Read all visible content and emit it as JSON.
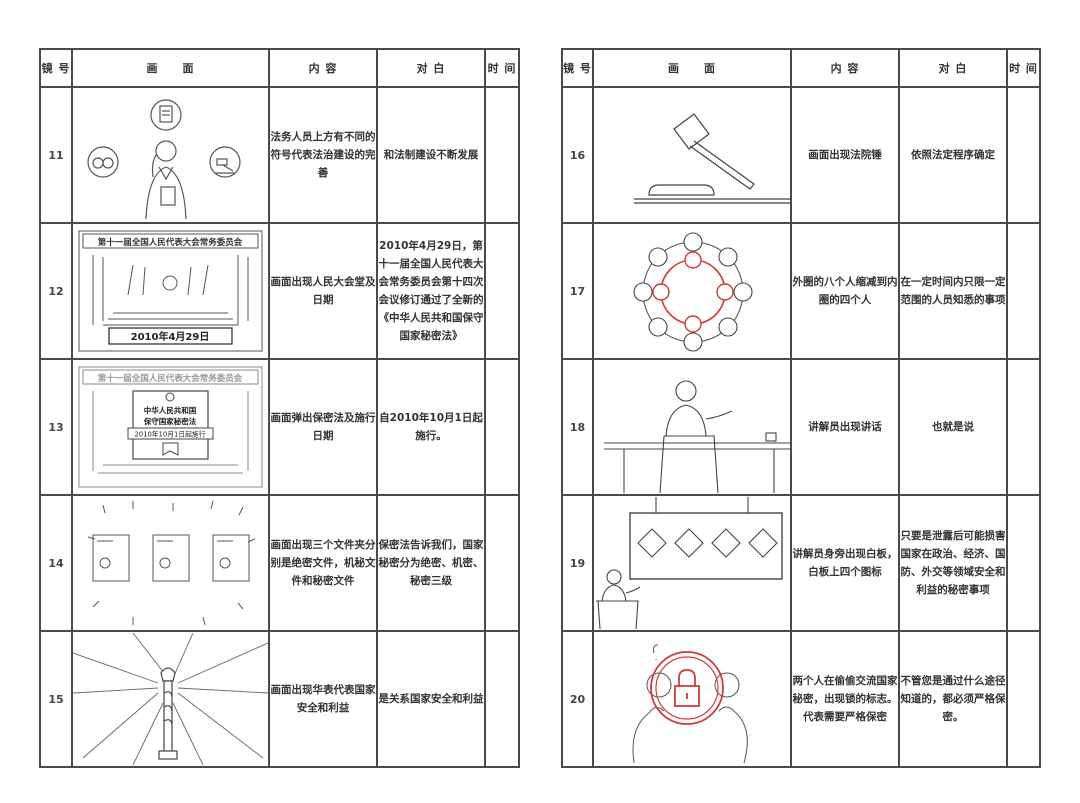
{
  "headers": {
    "shot": "镜 号",
    "picture": "画　　面",
    "content": "内 容",
    "dialogue": "对 白",
    "time": "时 间"
  },
  "left_rows": [
    {
      "shot": "11",
      "content": "法务人员上方有不同的符号代表法治建设的完善",
      "dialogue": "和法制建设不断发展",
      "time": ""
    },
    {
      "shot": "12",
      "content": "画面出现人民大会堂及日期",
      "dialogue": "2010年4月29日，第十一届全国人民代表大会常务委员会第十四次会议修订通过了全新的《中华人民共和国保守国家秘密法》",
      "time": ""
    },
    {
      "shot": "13",
      "content": "画面弹出保密法及施行日期",
      "dialogue": "自2010年10月1日起施行。",
      "time": ""
    },
    {
      "shot": "14",
      "content": "画面出现三个文件夹分别是绝密文件，机秘文件和秘密文件",
      "dialogue": "保密法告诉我们，国家秘密分为绝密、机密、秘密三级",
      "time": ""
    },
    {
      "shot": "15",
      "content": "画面出现华表代表国家安全和利益",
      "dialogue": "是关系国家安全和利益",
      "time": ""
    }
  ],
  "right_rows": [
    {
      "shot": "16",
      "content": "画面出现法院锤",
      "dialogue": "依照法定程序确定",
      "time": ""
    },
    {
      "shot": "17",
      "content": "外圈的八个人缩减到内圈的四个人",
      "dialogue": "在一定时间内只限一定范围的人员知悉的事项",
      "time": ""
    },
    {
      "shot": "18",
      "content": "讲解员出现讲话",
      "dialogue": "也就是说",
      "time": ""
    },
    {
      "shot": "19",
      "content": "讲解员身旁出现白板，白板上四个图标",
      "dialogue": "只要是泄露后可能损害国家在政治、经济、国防、外交等领域安全和利益的秘密事项",
      "time": ""
    },
    {
      "shot": "20",
      "content": "两个人在偷偷交流国家秘密，出现锁的标志。代表需要严格保密",
      "dialogue": "不管您是通过什么途径知道的，都必须严格保密。",
      "time": ""
    }
  ],
  "sketch_text": {
    "congress_banner": "第十一届全国人民代表大会常务委员会",
    "congress_date": "2010年4月29日",
    "law_title_line1": "中华人民共和国",
    "law_title_line2": "保守国家秘密法",
    "law_effective_date": "2010年10月1日起施行"
  },
  "colors": {
    "border": "#4a4a4a",
    "sketch": "#555555",
    "accent_red": "#d23b35"
  },
  "icons": [
    "certificate-icon",
    "handcuffs-icon",
    "gavel-icon",
    "folder-icon",
    "huabiao-column-icon",
    "people-circle-icon",
    "lock-icon",
    "whiteboard-icon"
  ]
}
